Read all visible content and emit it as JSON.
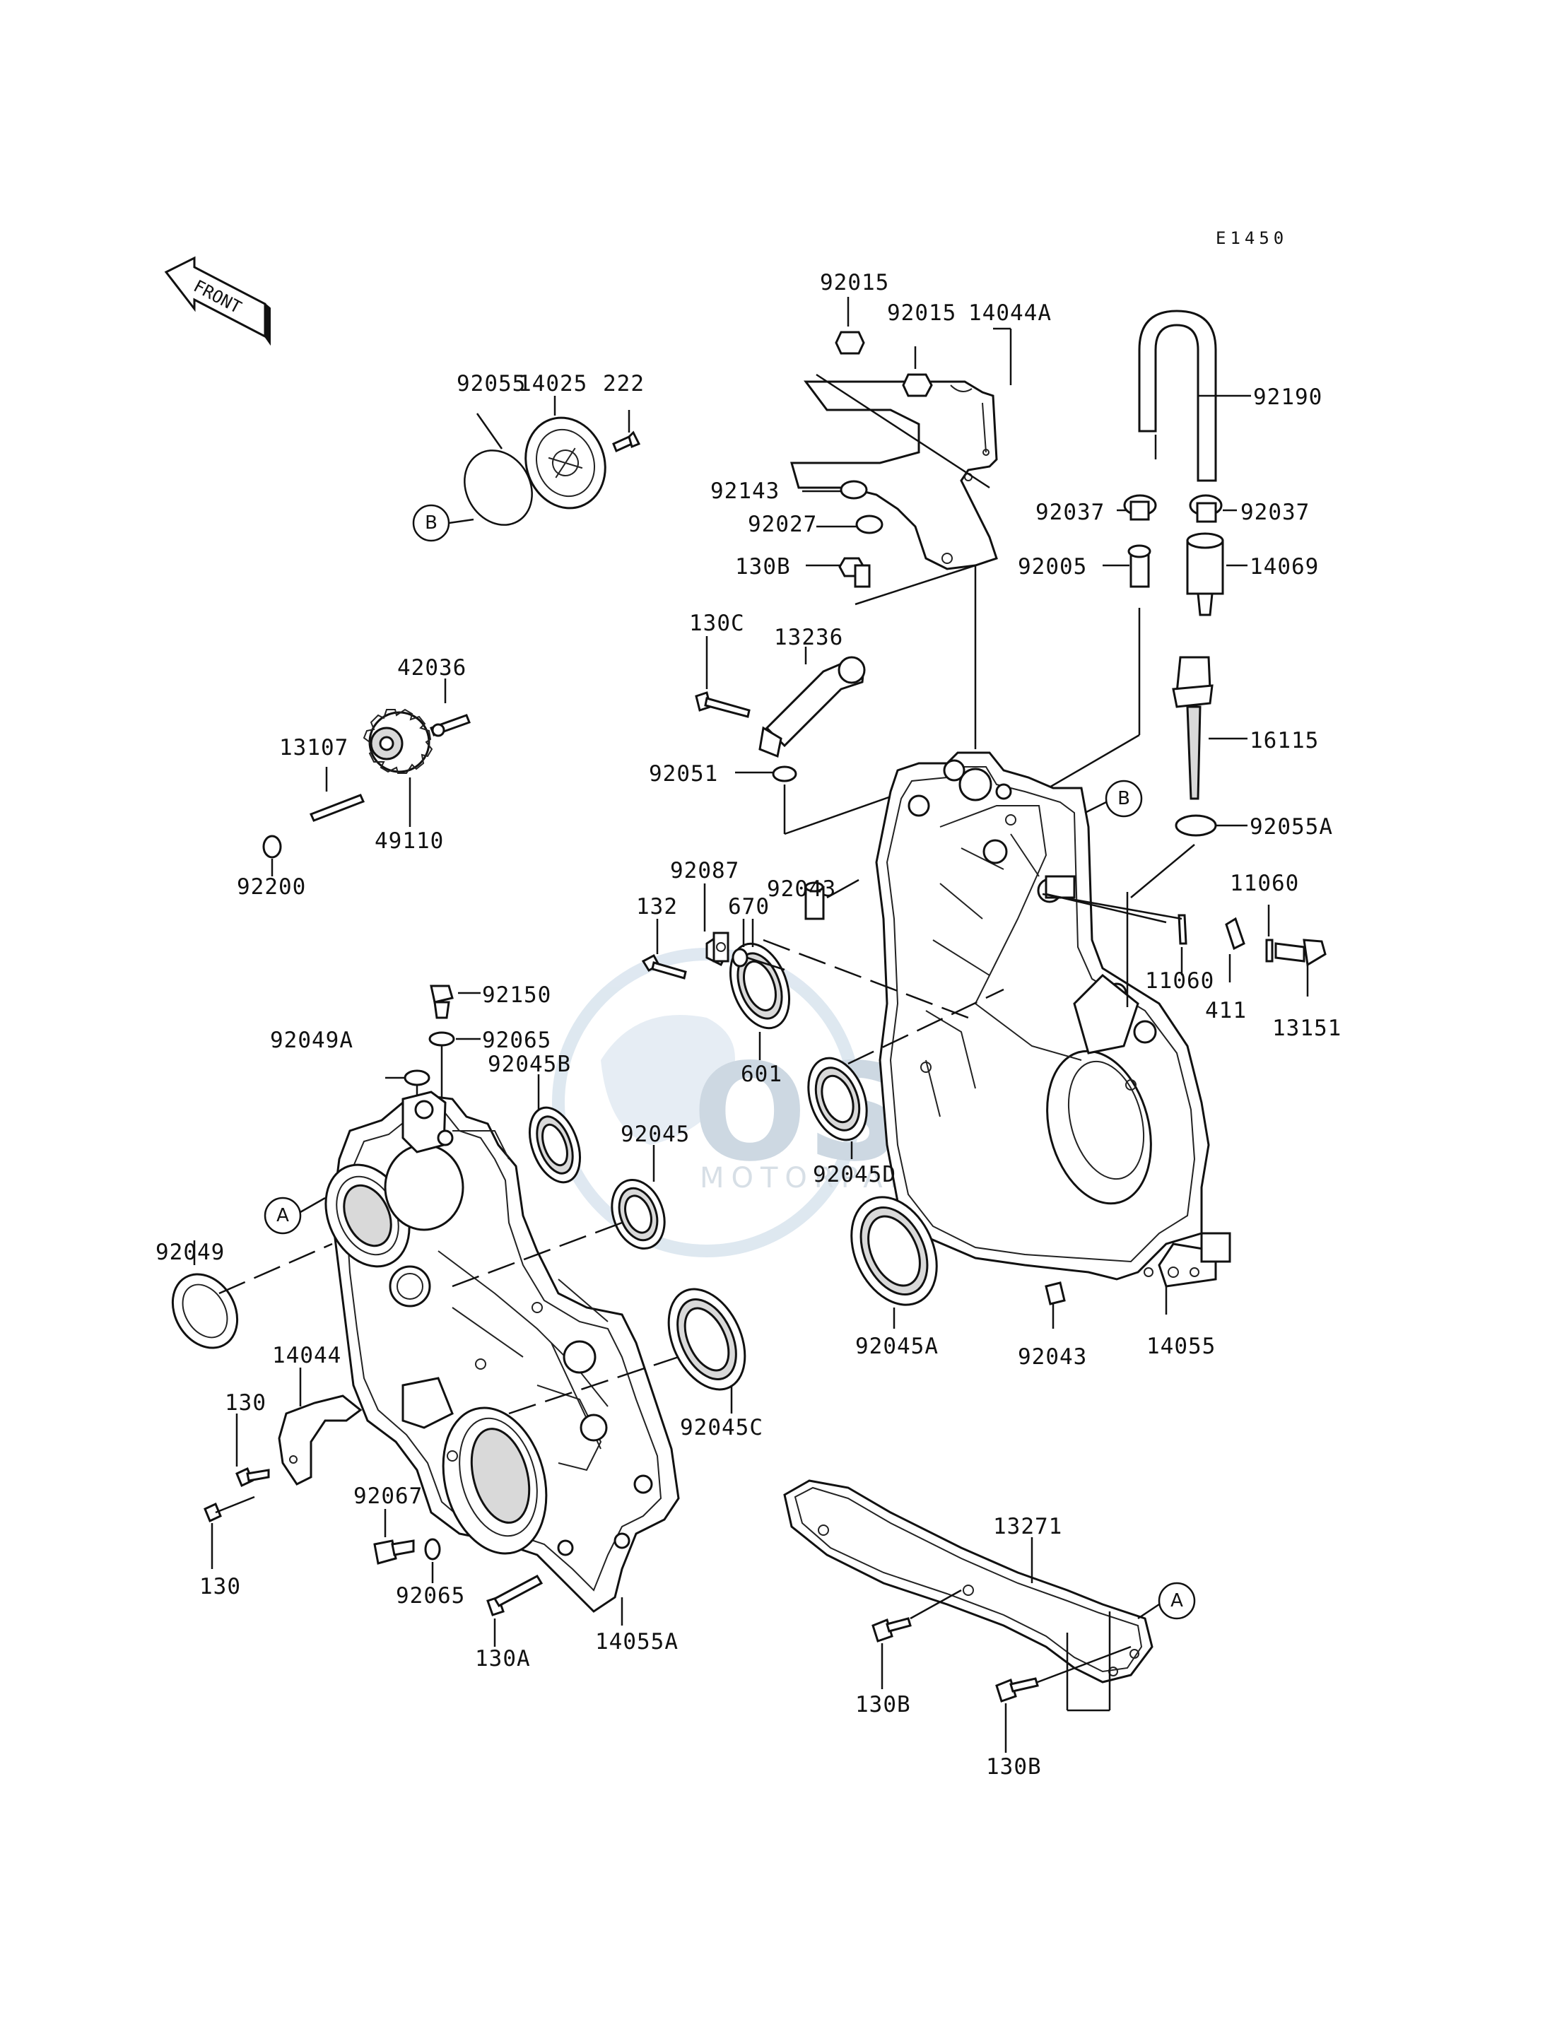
{
  "diagram_code": "E1450",
  "front_label": "FRONT",
  "ref_markers": {
    "a": "A",
    "b": "B"
  },
  "watermark": {
    "brand": "OSM",
    "sub": "MOTORPARTS"
  },
  "parts": [
    {
      "id": "p92015a",
      "label": "92015"
    },
    {
      "id": "p92015b",
      "label": "92015"
    },
    {
      "id": "p14044A",
      "label": "14044A"
    },
    {
      "id": "p92190",
      "label": "92190"
    },
    {
      "id": "p14025",
      "label": "14025"
    },
    {
      "id": "p92055",
      "label": "92055"
    },
    {
      "id": "p222",
      "label": "222"
    },
    {
      "id": "p92143",
      "label": "92143"
    },
    {
      "id": "p92027",
      "label": "92027"
    },
    {
      "id": "p130B_top",
      "label": "130B"
    },
    {
      "id": "p92037a",
      "label": "92037"
    },
    {
      "id": "p92037b",
      "label": "92037"
    },
    {
      "id": "p92005",
      "label": "92005"
    },
    {
      "id": "p14069",
      "label": "14069"
    },
    {
      "id": "p130C",
      "label": "130C"
    },
    {
      "id": "p13236",
      "label": "13236"
    },
    {
      "id": "p42036",
      "label": "42036"
    },
    {
      "id": "p13107",
      "label": "13107"
    },
    {
      "id": "p49110",
      "label": "49110"
    },
    {
      "id": "p92200",
      "label": "92200"
    },
    {
      "id": "p16115",
      "label": "16115"
    },
    {
      "id": "p92051",
      "label": "92051"
    },
    {
      "id": "p92055A",
      "label": "92055A"
    },
    {
      "id": "p92043a",
      "label": "92043"
    },
    {
      "id": "p92087",
      "label": "92087"
    },
    {
      "id": "p132",
      "label": "132"
    },
    {
      "id": "p670",
      "label": "670"
    },
    {
      "id": "p11060a",
      "label": "11060"
    },
    {
      "id": "p11060b",
      "label": "11060"
    },
    {
      "id": "p411",
      "label": "411"
    },
    {
      "id": "p13151",
      "label": "13151"
    },
    {
      "id": "p92150",
      "label": "92150"
    },
    {
      "id": "p92049A",
      "label": "92049A"
    },
    {
      "id": "p92065a",
      "label": "92065"
    },
    {
      "id": "p92045B",
      "label": "92045B"
    },
    {
      "id": "p601",
      "label": "601"
    },
    {
      "id": "p92045",
      "label": "92045"
    },
    {
      "id": "p92045D",
      "label": "92045D"
    },
    {
      "id": "p92049",
      "label": "92049"
    },
    {
      "id": "p92045A",
      "label": "92045A"
    },
    {
      "id": "p92043b",
      "label": "92043"
    },
    {
      "id": "p14055",
      "label": "14055"
    },
    {
      "id": "p14044",
      "label": "14044"
    },
    {
      "id": "p92045C",
      "label": "92045C"
    },
    {
      "id": "p130a",
      "label": "130"
    },
    {
      "id": "p92067",
      "label": "92067"
    },
    {
      "id": "p130b",
      "label": "130"
    },
    {
      "id": "p92065b",
      "label": "92065"
    },
    {
      "id": "p130A",
      "label": "130A"
    },
    {
      "id": "p14055A",
      "label": "14055A"
    },
    {
      "id": "p13271",
      "label": "13271"
    },
    {
      "id": "p130B_a",
      "label": "130B"
    },
    {
      "id": "p130B_b",
      "label": "130B"
    }
  ]
}
